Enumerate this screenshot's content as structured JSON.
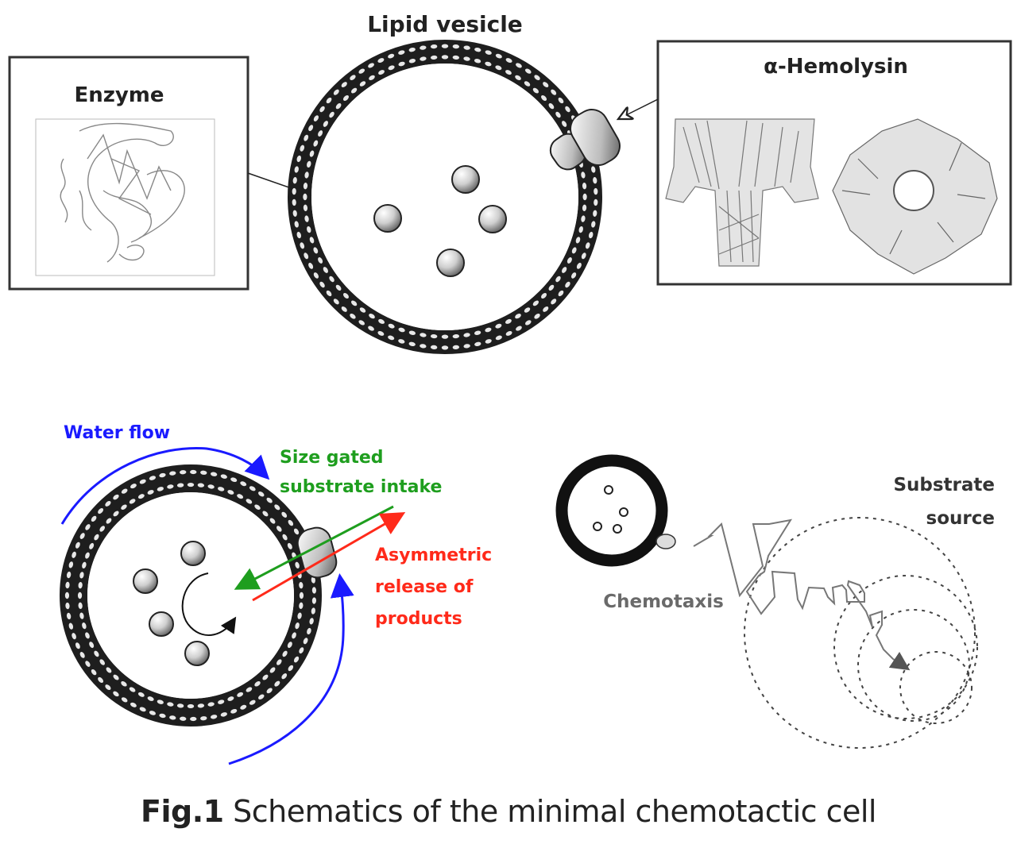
{
  "figure": {
    "top": {
      "vesicle_label": "Lipid vesicle",
      "enzyme_label": "Enzyme",
      "hemolysin_label": "α-Hemolysin",
      "vesicle_enzyme_count": 4
    },
    "bottom_left": {
      "water_flow_label": "Water flow",
      "intake_label_line1": "Size gated",
      "intake_label_line2": "substrate intake",
      "release_label_line1": "Asymmetric",
      "release_label_line2": "release of",
      "release_label_line3": "products",
      "enzyme_count": 4
    },
    "bottom_right": {
      "chemotaxis_label": "Chemotaxis",
      "source_label_line1": "Substrate",
      "source_label_line2": "source",
      "gradient_ring_count": 4
    },
    "caption": {
      "prefix": "Fig.1",
      "text": " Schematics of the minimal chemotactic cell"
    },
    "colors": {
      "water_flow": "#1a1aff",
      "intake": "#1e9e1e",
      "release": "#ff2a1a",
      "outline": "#222222",
      "chemotaxis_text": "#6a6a6a"
    }
  }
}
